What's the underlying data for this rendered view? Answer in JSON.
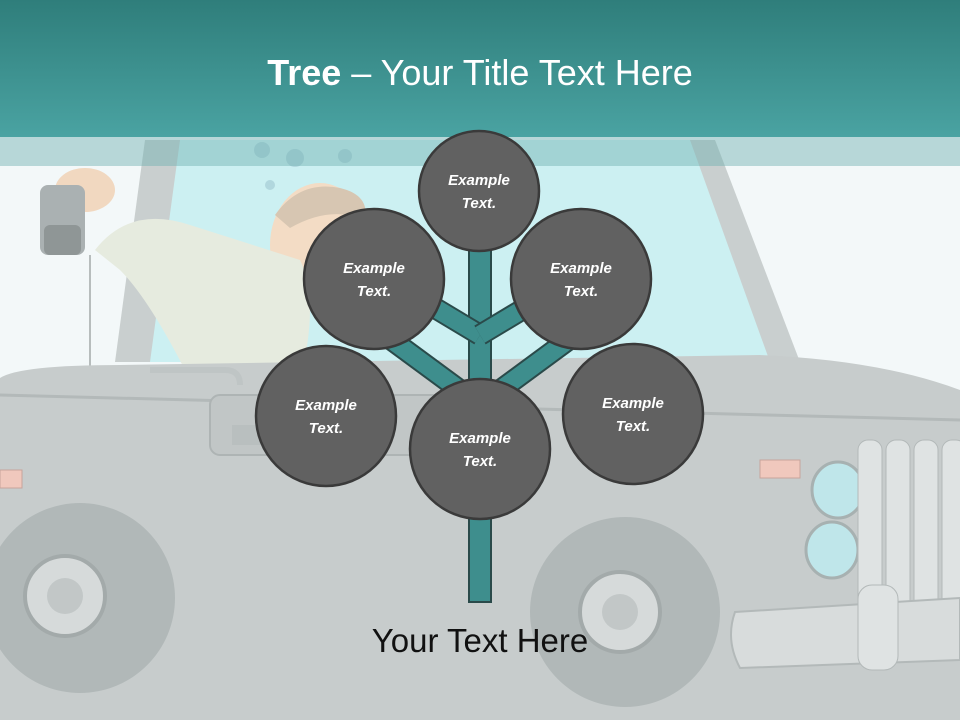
{
  "title": {
    "bold": "Tree",
    "rest": " – Your Title Text Here"
  },
  "nodes": [
    {
      "line1": "Example",
      "line2": "Text."
    },
    {
      "line1": "Example",
      "line2": "Text."
    },
    {
      "line1": "Example",
      "line2": "Text."
    },
    {
      "line1": "Example",
      "line2": "Text."
    },
    {
      "line1": "Example",
      "line2": "Text."
    },
    {
      "line1": "Example",
      "line2": "Text."
    }
  ],
  "caption": "Your Text Here",
  "colors": {
    "header": "#3c9492",
    "branch": "#3e8e8d",
    "node": "#616161",
    "node_border": "#3a3a3a"
  }
}
